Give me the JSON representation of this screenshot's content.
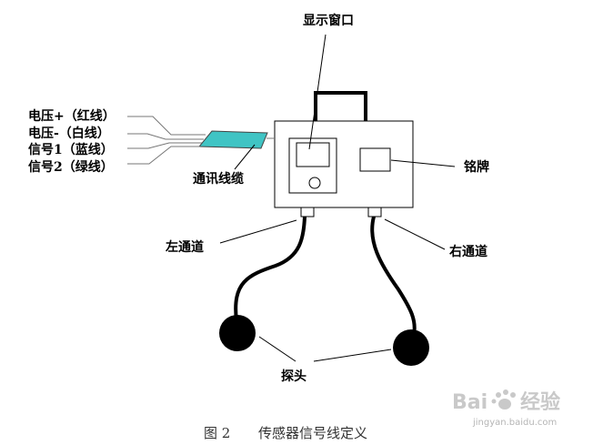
{
  "labels": {
    "display_window": "显示窗口",
    "nameplate": "铭牌",
    "comm_cable": "通讯线缆",
    "left_channel": "左通道",
    "right_channel": "右通道",
    "probe": "探头"
  },
  "wires": [
    {
      "label": "电压+（红线）"
    },
    {
      "label": "电压-（白线）"
    },
    {
      "label": "信号1（蓝线）"
    },
    {
      "label": "信号2（绿线）"
    }
  ],
  "caption": {
    "figure_no": "图 2",
    "title": "传感器信号线定义"
  },
  "watermark": {
    "brand": "Bai",
    "brand2": "经验",
    "url": "jingyan.baidu.com"
  },
  "colors": {
    "cable": "#40c4c4",
    "line": "#000000",
    "thin_line": "#777777"
  }
}
